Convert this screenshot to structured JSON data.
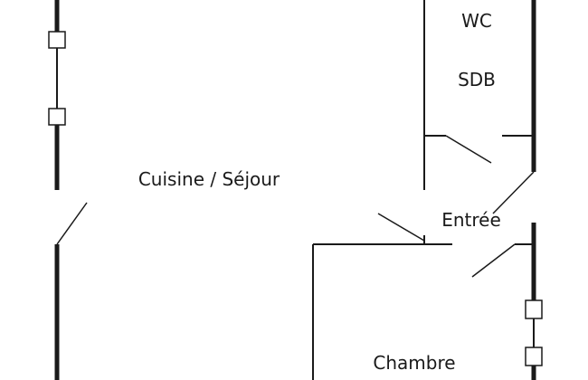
{
  "rooms": {
    "wc": "WC",
    "sdb": "SDB",
    "kitchen_living": "Cuisine / Séjour",
    "entrance": "Entrée",
    "bedroom": "Chambre"
  },
  "colors": {
    "line": "#1a1a1a",
    "background": "#ffffff"
  }
}
